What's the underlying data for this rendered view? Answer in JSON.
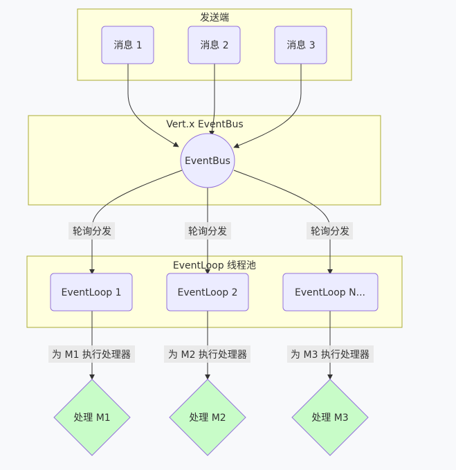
{
  "diagram": {
    "type": "flowchart",
    "colors": {
      "background": "#f8f9fb",
      "cluster_fill": "#ffffde",
      "cluster_stroke": "#aaaa33",
      "node_fill": "#ececff",
      "node_stroke": "#9370db",
      "decision_fill": "#c8fcc8",
      "edge": "#333333",
      "edge_label_bg": "#e8e8e8"
    },
    "clusters": {
      "senders": {
        "title": "发送端"
      },
      "eventbus": {
        "title": "Vert.x EventBus"
      },
      "pool": {
        "title": "EventLoop 线程池"
      }
    },
    "nodes": {
      "msg1": "消息 1",
      "msg2": "消息 2",
      "msg3": "消息 3",
      "bus": "EventBus",
      "loop1": "EventLoop 1",
      "loop2": "EventLoop 2",
      "loopN": "EventLoop N...",
      "proc1": "处理 M1",
      "proc2": "处理 M2",
      "proc3": "处理 M3"
    },
    "edge_labels": {
      "dispatch1": "轮询分发",
      "dispatch2": "轮询分发",
      "dispatch3": "轮询分发",
      "exec1": "为 M1 执行处理器",
      "exec2": "为 M2 执行处理器",
      "exec3": "为 M3 执行处理器"
    },
    "edges": [
      {
        "from": "msg1",
        "to": "bus"
      },
      {
        "from": "msg2",
        "to": "bus"
      },
      {
        "from": "msg3",
        "to": "bus"
      },
      {
        "from": "bus",
        "to": "loop1",
        "label": "轮询分发"
      },
      {
        "from": "bus",
        "to": "loop2",
        "label": "轮询分发"
      },
      {
        "from": "bus",
        "to": "loopN",
        "label": "轮询分发"
      },
      {
        "from": "loop1",
        "to": "proc1",
        "label": "为 M1 执行处理器"
      },
      {
        "from": "loop2",
        "to": "proc2",
        "label": "为 M2 执行处理器"
      },
      {
        "from": "loopN",
        "to": "proc3",
        "label": "为 M3 执行处理器"
      }
    ]
  }
}
